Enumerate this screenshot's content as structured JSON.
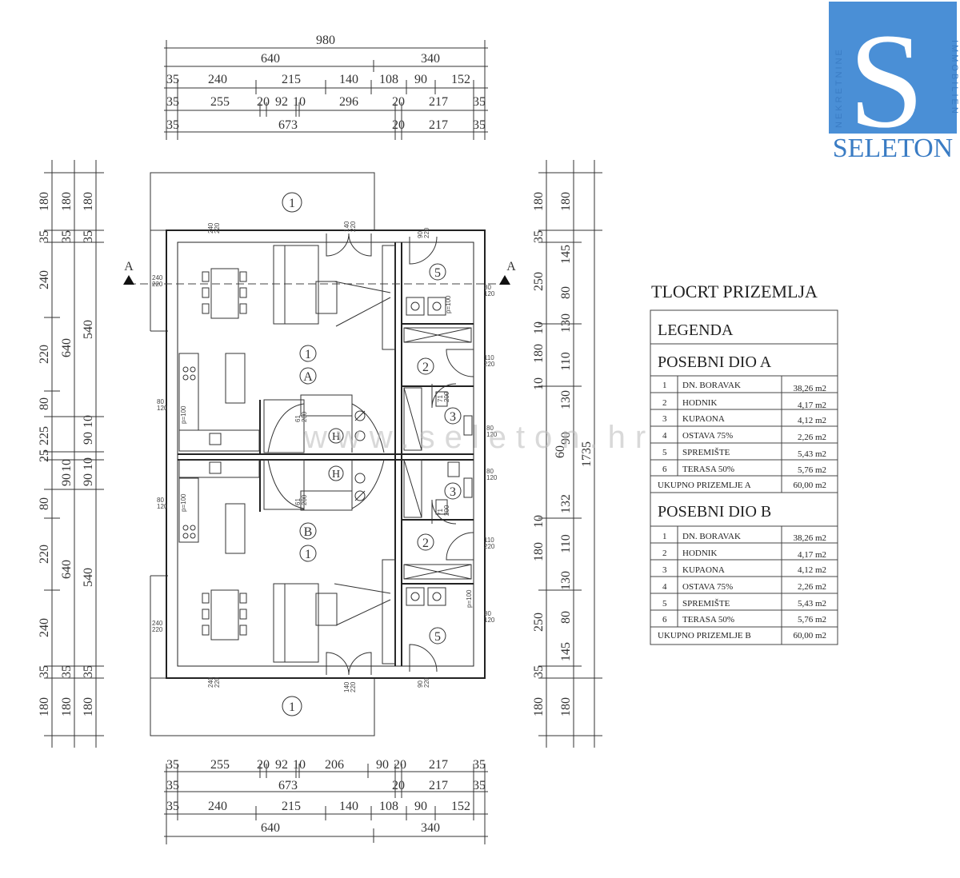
{
  "brand": {
    "letter": "S",
    "name": "SELETON",
    "side_left": "NEKRETNINE",
    "side_right": "IMMOBILIEN",
    "color": "#4a8fd6"
  },
  "watermark": "www.seleton.hr",
  "section_marker": "A",
  "dims_top": {
    "total": "980",
    "row1": [
      "640",
      "340"
    ],
    "row2": [
      "35",
      "240",
      "215",
      "140",
      "108",
      "90",
      "152"
    ],
    "row3": [
      "35",
      "255",
      "20",
      "92",
      "10",
      "296",
      "20",
      "217",
      "35"
    ],
    "row4": [
      "35",
      "673",
      "20",
      "217",
      "35"
    ]
  },
  "dims_bottom": {
    "row1": [
      "35",
      "255",
      "20",
      "92",
      "10",
      "206",
      "90",
      "20",
      "217",
      "35"
    ],
    "row2": [
      "35",
      "673",
      "20",
      "217",
      "35"
    ],
    "row3": [
      "35",
      "240",
      "215",
      "140",
      "108",
      "90",
      "152"
    ],
    "total": [
      "640",
      "340"
    ]
  },
  "dims_left": {
    "col1": [
      "180",
      "35",
      "240",
      "220",
      "80",
      "225",
      "25",
      "10",
      "90",
      "80",
      "220",
      "240",
      "35",
      "180"
    ],
    "col2": [
      "180",
      "35",
      "640",
      "10",
      "90",
      "640",
      "35",
      "180"
    ],
    "col3": [
      "180",
      "35",
      "540",
      "10",
      "90",
      "540",
      "35",
      "180"
    ]
  },
  "dims_right": {
    "col1": [
      "180",
      "35",
      "250",
      "10",
      "180",
      "10",
      "60",
      "132",
      "10",
      "180",
      "250",
      "35",
      "180"
    ],
    "col2": [
      "180",
      "145",
      "80",
      "130",
      "110",
      "130",
      "90",
      "110",
      "130",
      "80",
      "145",
      "180"
    ],
    "col3": [
      "1735"
    ]
  },
  "openings": {
    "w240_220": "240\n220",
    "w140_220": "140\n220",
    "w90_220": "90\n220",
    "w80_120": "80\n120",
    "w110_220": "110\n220",
    "w71_200": "71\n200",
    "w61_200": "61\n200",
    "p100": "p=100"
  },
  "rooms": {
    "terrace": "1",
    "living": "1",
    "unit_a": "A",
    "unit_b": "B",
    "hall": "2",
    "bath": "3",
    "storage": "5",
    "stair": "H"
  },
  "legend": {
    "title": "TLOCRT PRIZEMLJA",
    "heading": "LEGENDA",
    "part_a": {
      "title": "POSEBNI DIO A",
      "rows": [
        {
          "no": "1",
          "name": "DN. BORAVAK",
          "area": "38,26 m2"
        },
        {
          "no": "2",
          "name": "HODNIK",
          "area": "4,17 m2"
        },
        {
          "no": "3",
          "name": "KUPAONA",
          "area": "4,12 m2"
        },
        {
          "no": "4",
          "name": "OSTAVA 75%",
          "area": "2,26 m2"
        },
        {
          "no": "5",
          "name": "SPREMIŠTE",
          "area": "5,43 m2"
        },
        {
          "no": "6",
          "name": "TERASA 50%",
          "area": "5,76 m2"
        }
      ],
      "total_label": "UKUPNO PRIZEMLJE A",
      "total_area": "60,00 m2"
    },
    "part_b": {
      "title": "POSEBNI DIO B",
      "rows": [
        {
          "no": "1",
          "name": "DN. BORAVAK",
          "area": "38,26 m2"
        },
        {
          "no": "2",
          "name": "HODNIK",
          "area": "4,17 m2"
        },
        {
          "no": "3",
          "name": "KUPAONA",
          "area": "4,12 m2"
        },
        {
          "no": "4",
          "name": "OSTAVA 75%",
          "area": "2,26 m2"
        },
        {
          "no": "5",
          "name": "SPREMIŠTE",
          "area": "5,43 m2"
        },
        {
          "no": "6",
          "name": "TERASA 50%",
          "area": "5,76 m2"
        }
      ],
      "total_label": "UKUPNO PRIZEMLJE B",
      "total_area": "60,00 m2"
    }
  }
}
